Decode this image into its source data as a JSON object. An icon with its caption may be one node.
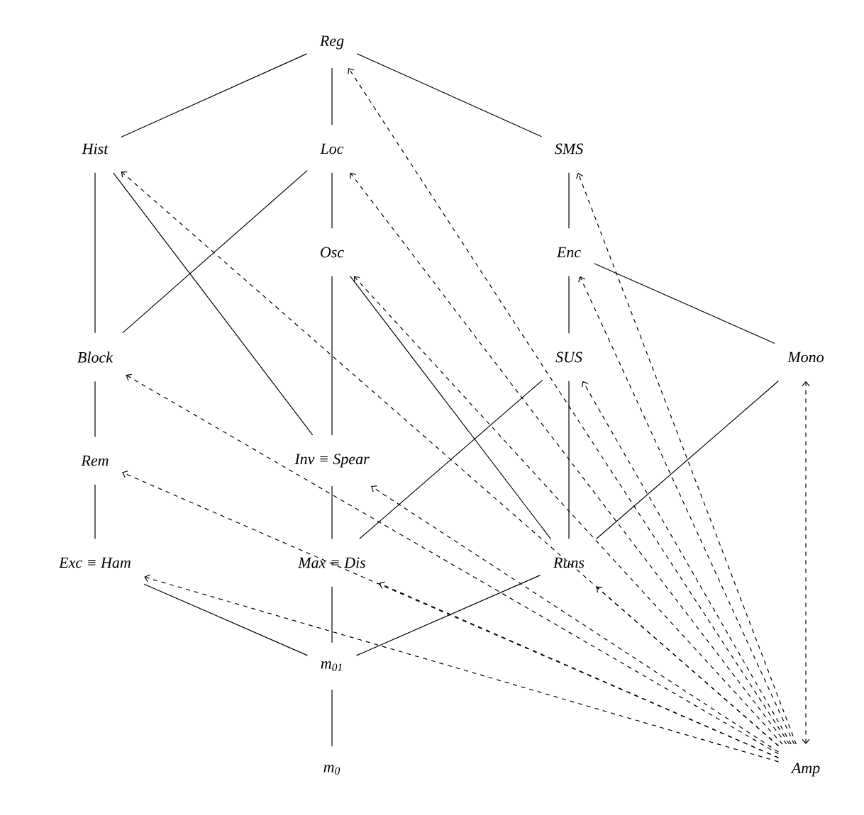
{
  "diagram": {
    "nodes": [
      {
        "text": [
          "Reg"
        ]
      },
      {
        "text": [
          "Hist"
        ]
      },
      {
        "text": [
          "Loc"
        ]
      },
      {
        "text": [
          "SMS"
        ]
      },
      {
        "text": [
          "Osc"
        ]
      },
      {
        "text": [
          "Enc"
        ]
      },
      {
        "text": [
          "Block"
        ]
      },
      {
        "text": [
          "SUS"
        ]
      },
      {
        "text": [
          "Mono"
        ]
      },
      {
        "text": [
          "Rem"
        ]
      },
      {
        "text": [
          "Inv ≡ Spear"
        ]
      },
      {
        "text": [
          "Exc ≡ Ham"
        ]
      },
      {
        "text": [
          "Max ≡ Dis"
        ]
      },
      {
        "text": [
          "Runs"
        ]
      },
      {
        "text": [
          "m$_{01}$"
        ]
      },
      {
        "text": [
          "m$_{0}$"
        ]
      },
      {
        "text": [
          "Amp"
        ]
      }
    ],
    "edges": [
      {
        "from": 0,
        "to": 1,
        "arrow": "none"
      },
      {
        "from": 0,
        "to": 2,
        "arrow": "none"
      },
      {
        "from": 0,
        "to": 3,
        "arrow": "none"
      },
      {
        "from": 1,
        "to": 6,
        "arrow": "none"
      },
      {
        "from": 1,
        "to": 10,
        "arrow": "none"
      },
      {
        "from": 2,
        "to": 6,
        "arrow": "none"
      },
      {
        "from": 2,
        "to": 4,
        "arrow": "none"
      },
      {
        "from": 3,
        "to": 5,
        "arrow": "none"
      },
      {
        "from": 4,
        "to": 10,
        "arrow": "none"
      },
      {
        "from": 4,
        "to": 13,
        "arrow": "none"
      },
      {
        "from": 5,
        "to": 7,
        "arrow": "none"
      },
      {
        "from": 5,
        "to": 8,
        "arrow": "none"
      },
      {
        "from": 6,
        "to": 9,
        "arrow": "none"
      },
      {
        "from": 7,
        "to": 13,
        "arrow": "none"
      },
      {
        "from": 7,
        "to": 12,
        "arrow": "none"
      },
      {
        "from": 8,
        "to": 13,
        "arrow": "none"
      },
      {
        "from": 9,
        "to": 11,
        "arrow": "none"
      },
      {
        "from": 10,
        "to": 12,
        "arrow": "none"
      },
      {
        "from": 12,
        "to": 14,
        "arrow": "none"
      },
      {
        "from": 11,
        "to": 14,
        "arrow": "none"
      },
      {
        "from": 13,
        "to": 14,
        "arrow": "none"
      },
      {
        "from": 14,
        "to": 15,
        "arrow": "none"
      },
      {
        "from": 16,
        "to": 0,
        "arrow": "to",
        "style": "dashed"
      },
      {
        "from": 16,
        "to": 1,
        "arrow": "to",
        "style": "dashed"
      },
      {
        "from": 16,
        "to": 2,
        "arrow": "to",
        "style": "dashed"
      },
      {
        "from": 16,
        "to": 3,
        "arrow": "to",
        "style": "dashed"
      },
      {
        "from": 16,
        "to": 4,
        "arrow": "to",
        "style": "dashed"
      },
      {
        "from": 16,
        "to": 5,
        "arrow": "to",
        "style": "dashed"
      },
      {
        "from": 16,
        "to": 6,
        "arrow": "to",
        "style": "dashed"
      },
      {
        "from": 16,
        "to": 7,
        "arrow": "to",
        "style": "dashed"
      },
      {
        "from": 16,
        "to": 8,
        "arrow": "both",
        "style": "dashed"
      },
      {
        "from": 16,
        "to": 9,
        "arrow": "to",
        "style": "dashed"
      },
      {
        "from": 16,
        "to": 10,
        "arrow": "to",
        "style": "dashed"
      },
      {
        "from": 16,
        "to": 11,
        "arrow": "to",
        "style": "dashed"
      },
      {
        "from": 16,
        "to": 12,
        "arrow": "to",
        "style": "dashed"
      },
      {
        "from": 16,
        "to": 13,
        "arrow": "to",
        "style": "dashed"
      }
    ]
  }
}
